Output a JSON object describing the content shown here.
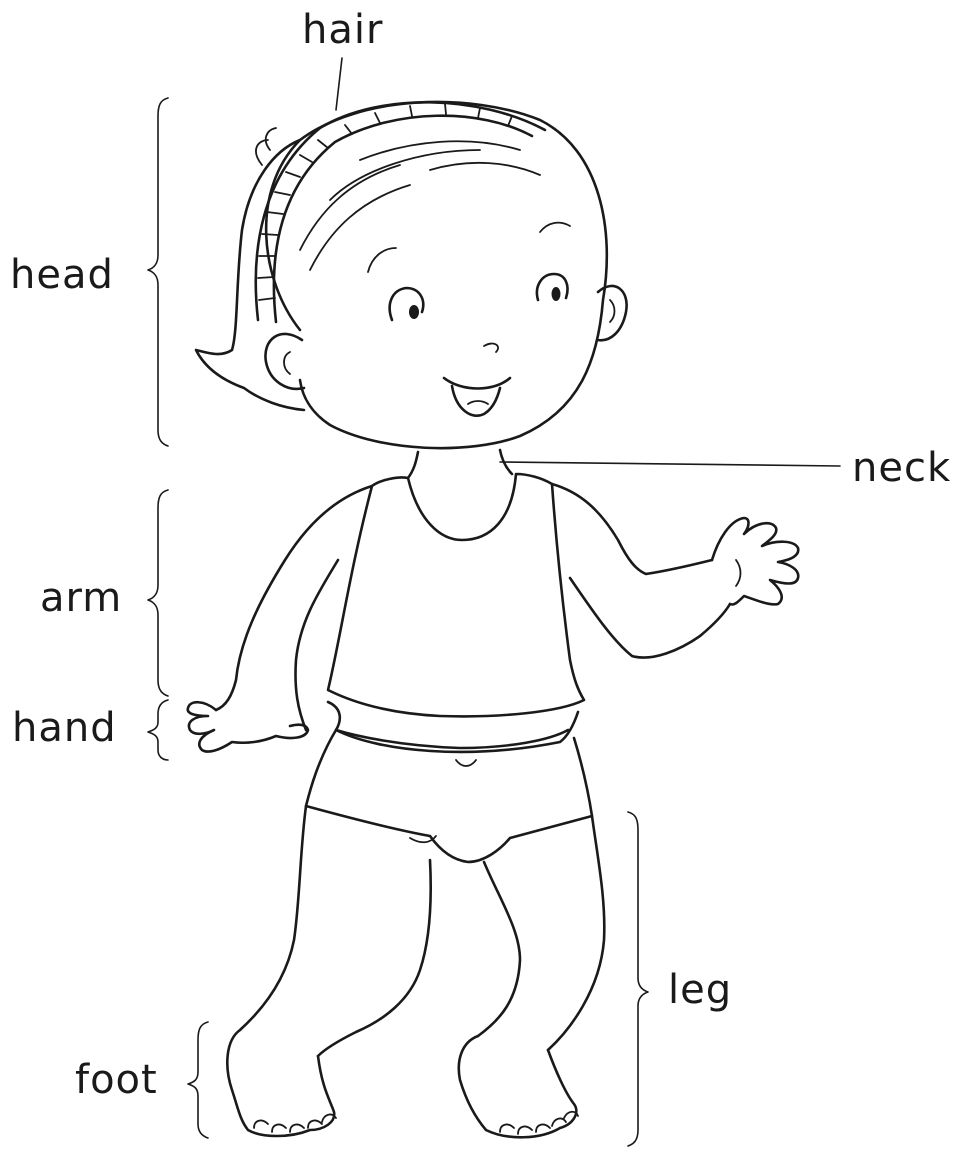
{
  "labels": {
    "hair": "hair",
    "head": "head",
    "neck": "neck",
    "arm": "arm",
    "hand": "hand",
    "leg": "leg",
    "foot": "foot"
  },
  "colors": {
    "ink": "#1a1a1a",
    "background": "#ffffff"
  }
}
